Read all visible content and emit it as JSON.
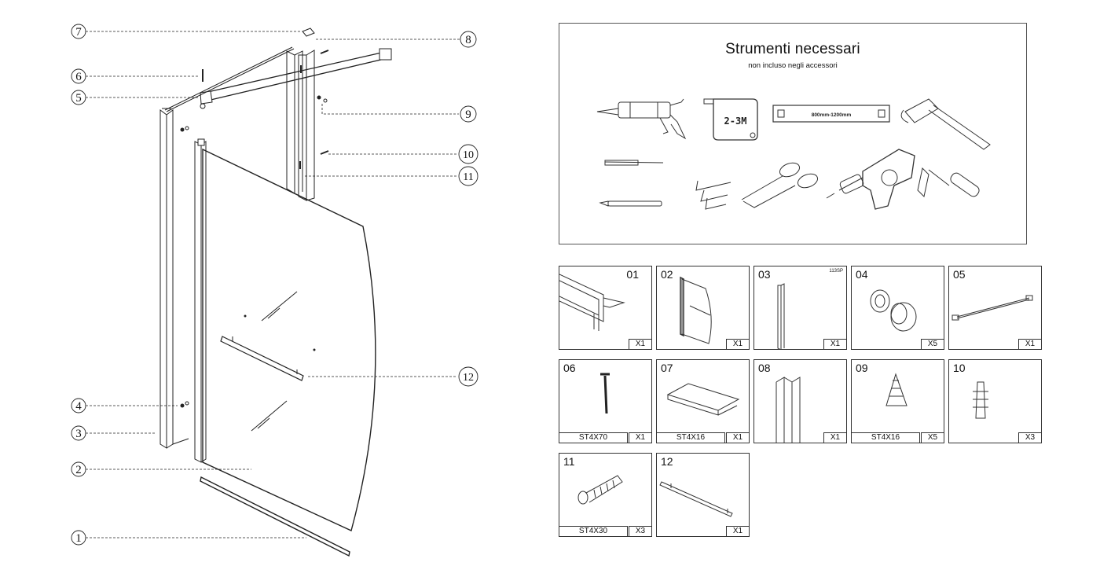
{
  "callouts": [
    "1",
    "2",
    "3",
    "4",
    "5",
    "6",
    "7",
    "8",
    "9",
    "10",
    "11",
    "12"
  ],
  "tools": {
    "title": "Strumenti necessari",
    "subtitle": "non incluso negli accessori",
    "tape_label": "2-3M",
    "level_label": "800mm-1200mm",
    "icons": [
      "caulking-gun-icon",
      "tape-measure-icon",
      "spirit-level-icon",
      "hammer-icon",
      "drill-bit-icon",
      "hex-keys-icon",
      "scissors-icon",
      "power-drill-icon",
      "screwdriver-icon",
      "pencil-icon"
    ]
  },
  "parts": [
    {
      "num": "01",
      "qty": "X1",
      "spec": "",
      "code": ""
    },
    {
      "num": "02",
      "qty": "X1",
      "spec": "",
      "code": ""
    },
    {
      "num": "03",
      "qty": "X1",
      "spec": "",
      "code": "113SP"
    },
    {
      "num": "04",
      "qty": "X5",
      "spec": "",
      "code": ""
    },
    {
      "num": "05",
      "qty": "X1",
      "spec": "",
      "code": ""
    },
    {
      "num": "06",
      "qty": "X1",
      "spec": "ST4X70",
      "code": ""
    },
    {
      "num": "07",
      "qty": "X1",
      "spec": "ST4X16",
      "code": ""
    },
    {
      "num": "08",
      "qty": "X1",
      "spec": "",
      "code": ""
    },
    {
      "num": "09",
      "qty": "X5",
      "spec": "ST4X16",
      "code": ""
    },
    {
      "num": "10",
      "qty": "X3",
      "spec": "",
      "code": ""
    },
    {
      "num": "11",
      "qty": "X3",
      "spec": "ST4X30",
      "code": ""
    },
    {
      "num": "12",
      "qty": "X1",
      "spec": "",
      "code": ""
    }
  ]
}
